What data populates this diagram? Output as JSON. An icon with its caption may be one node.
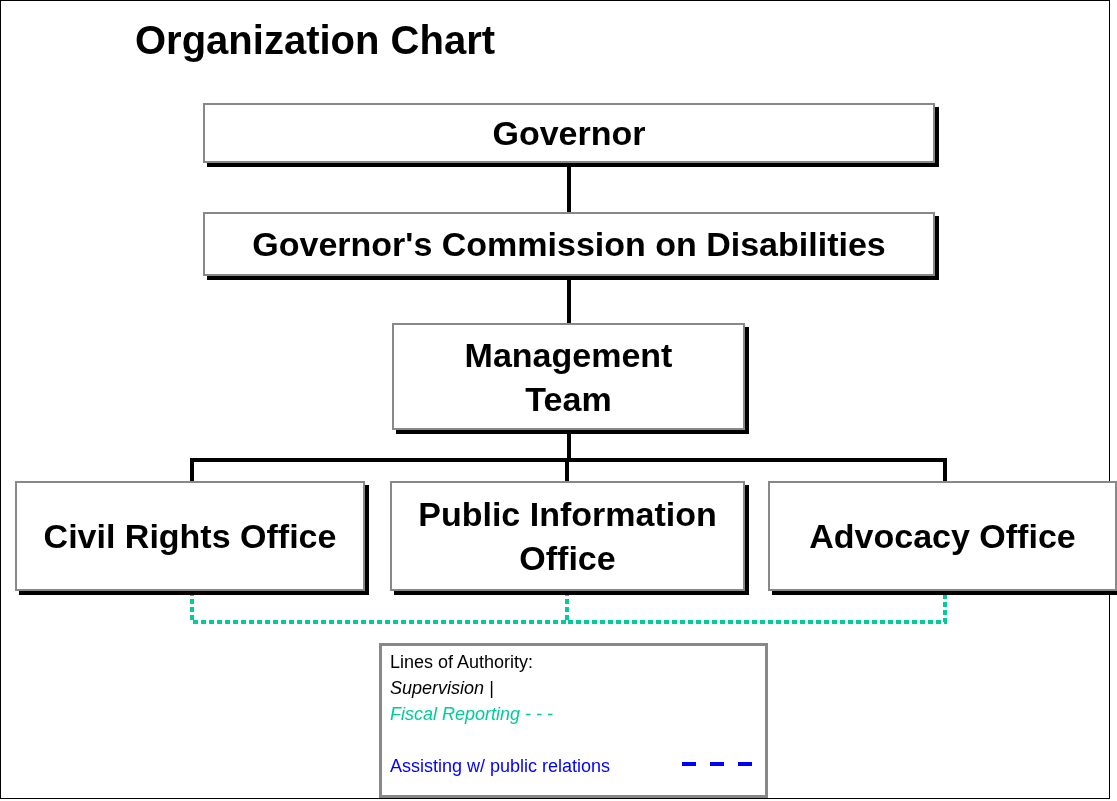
{
  "diagram": {
    "title": "Organization Chart",
    "nodes": [
      {
        "text": [
          "Governor"
        ]
      },
      {
        "text": [
          "Governor's Commission on Disabilities"
        ]
      },
      {
        "text": [
          "Management Team"
        ]
      },
      {
        "text": [
          "Civil Rights Office"
        ]
      },
      {
        "text": [
          "Public Information Office"
        ]
      },
      {
        "text": [
          "Advocacy Office"
        ]
      }
    ],
    "edges": [
      {
        "from": 0,
        "to": 1,
        "arrow": "none"
      },
      {
        "from": 1,
        "to": 2,
        "arrow": "none"
      },
      {
        "from": 2,
        "to": 3,
        "arrow": "none"
      },
      {
        "from": 2,
        "to": 4,
        "arrow": "none"
      },
      {
        "from": 2,
        "to": 5,
        "arrow": "none"
      },
      {
        "from": 3,
        "to": 4,
        "arrow": "none",
        "style": "dashed",
        "color": "#00cc99"
      },
      {
        "from": 4,
        "to": 5,
        "arrow": "none",
        "style": "dashed",
        "color": "#00cc99"
      }
    ],
    "labels": [
      "Lines of Authority:"
    ],
    "legend": [
      {
        "text": "Supervision |",
        "color": "#000000"
      },
      {
        "text": "Fiscal Reporting - - -",
        "color": "#00cc99"
      },
      {
        "text": "Assisting w/ public relations",
        "color": "#0000ff"
      }
    ]
  }
}
